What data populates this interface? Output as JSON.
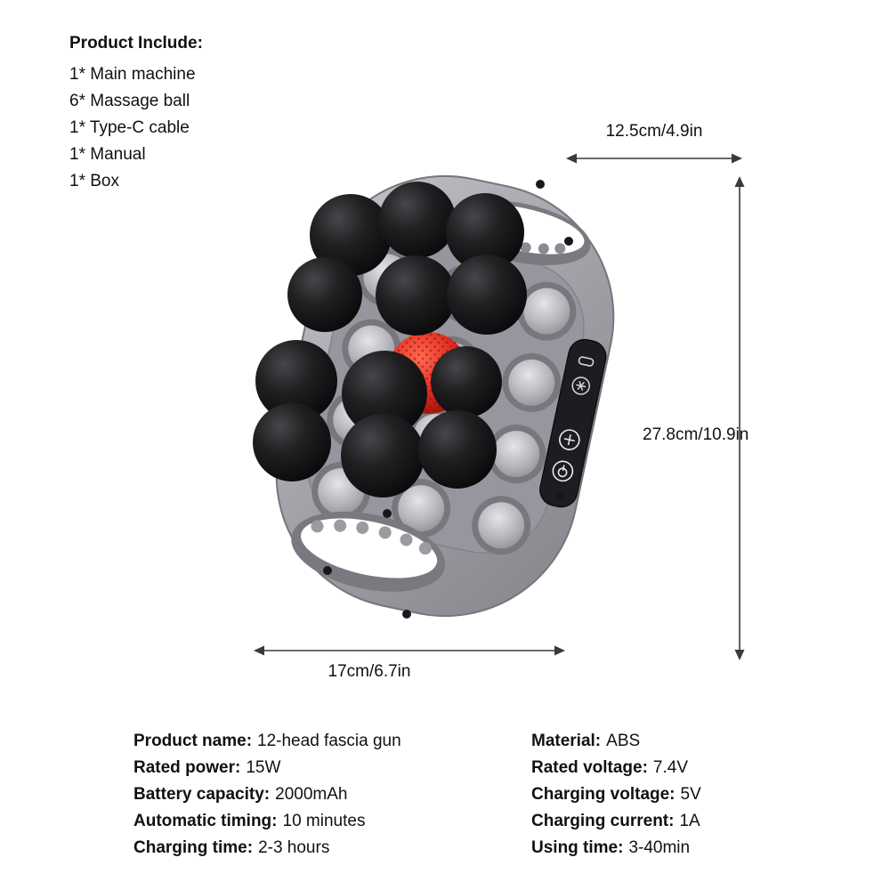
{
  "product_include": {
    "title": "Product Include:",
    "items": [
      "1* Main machine",
      "6* Massage ball",
      "1* Type-C cable",
      "1* Manual",
      "1* Box"
    ]
  },
  "dimensions": {
    "top_width": "12.5cm/4.9in",
    "right_height": "27.8cm/10.9in",
    "bottom_width": "17cm/6.7in"
  },
  "specs": {
    "left": [
      {
        "label": "Product name:",
        "value": "12-head fascia gun"
      },
      {
        "label": "Rated power:",
        "value": "15W"
      },
      {
        "label": "Battery capacity:",
        "value": "2000mAh"
      },
      {
        "label": "Automatic timing:",
        "value": "10 minutes"
      },
      {
        "label": "Charging time:",
        "value": "2-3 hours"
      }
    ],
    "right": [
      {
        "label": "Material:",
        "value": "ABS"
      },
      {
        "label": "Rated voltage:",
        "value": "7.4V"
      },
      {
        "label": "Charging voltage:",
        "value": "5V"
      },
      {
        "label": "Charging current:",
        "value": "1A"
      },
      {
        "label": "Using time:",
        "value": "3-40min"
      }
    ]
  },
  "device_icons": [
    "usb-c-port",
    "fan-button",
    "plus-button",
    "power-button"
  ],
  "colors": {
    "background": "#ffffff",
    "text": "#111111",
    "device_body": "#9fa0a6",
    "massage_ball": "#141416",
    "red_head": "#e02a1e",
    "control_panel": "#1c1d21",
    "dimension_lines": "#3a3a3a"
  }
}
